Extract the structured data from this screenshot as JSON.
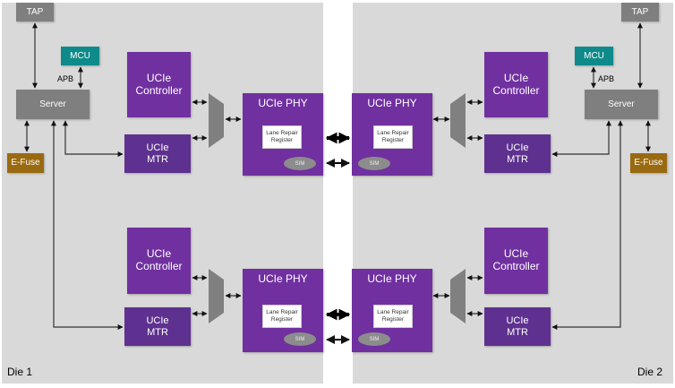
{
  "dies": [
    {
      "label": "Die 1",
      "tap": "TAP",
      "mcu": "MCU",
      "bus": "APB",
      "server": "Server",
      "efuse": "E-Fuse",
      "lanes": [
        {
          "controller": "UCIe\nController",
          "mtr": "UCIe\nMTR",
          "phy": "UCIe PHY",
          "lrr": "Lane Repair\nRegister",
          "sim": "SIM"
        },
        {
          "controller": "UCIe\nController",
          "mtr": "UCIe\nMTR",
          "phy": "UCIe PHY",
          "lrr": "Lane Repair\nRegister",
          "sim": "SIM"
        }
      ]
    },
    {
      "label": "Die 2",
      "tap": "TAP",
      "mcu": "MCU",
      "bus": "APB",
      "server": "Server",
      "efuse": "E-Fuse",
      "lanes": [
        {
          "controller": "UCIe\nController",
          "mtr": "UCIe\nMTR",
          "phy": "UCIe PHY",
          "lrr": "Lane Repair\nRegister",
          "sim": "SIM"
        },
        {
          "controller": "UCIe\nController",
          "mtr": "UCIe\nMTR",
          "phy": "UCIe PHY",
          "lrr": "Lane Repair\nRegister",
          "sim": "SIM"
        }
      ]
    }
  ],
  "colors": {
    "die_bg": "#d9d9d9",
    "controller": "#7030a0",
    "mtr": "#5e3190",
    "server": "#7f7f7f",
    "mcu": "#0f8a8a",
    "efuse": "#9a6a10"
  }
}
